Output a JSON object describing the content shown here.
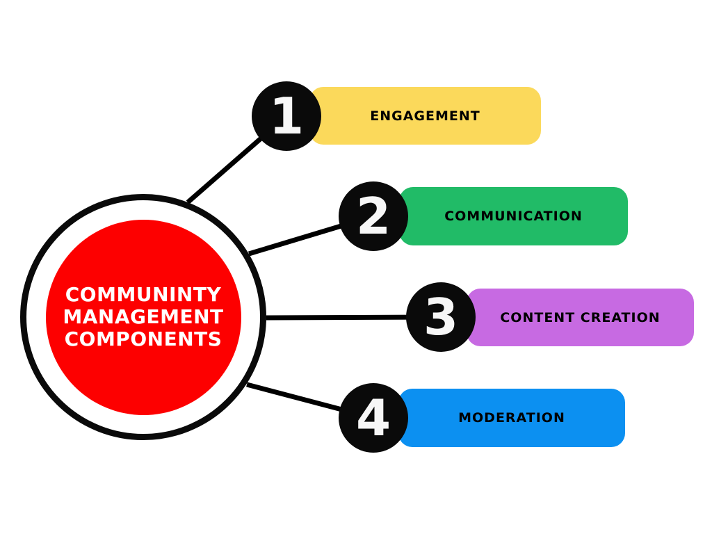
{
  "background_color": "#FFFFFF",
  "center": {
    "title_line1": "COMMUNINTY",
    "title_line2": "MANAGEMENT",
    "title_line3": "COMPONENTS",
    "fill_color": "#FD0000",
    "ring_color": "#0A0A0A",
    "text_color": "#FFFFFF"
  },
  "connector": {
    "color": "#000000",
    "width": 7
  },
  "items": [
    {
      "number": "1",
      "label": "ENGAGEMENT",
      "bar_color": "#FBD95B",
      "badge_color": "#0A0A0A"
    },
    {
      "number": "2",
      "label": "COMMUNICATION",
      "bar_color": "#21BB67",
      "badge_color": "#0A0A0A"
    },
    {
      "number": "3",
      "label": "CONTENT CREATION",
      "bar_color": "#C76AE2",
      "badge_color": "#0A0A0A"
    },
    {
      "number": "4",
      "label": "MODERATION",
      "bar_color": "#0C90F1",
      "badge_color": "#0A0A0A"
    }
  ]
}
